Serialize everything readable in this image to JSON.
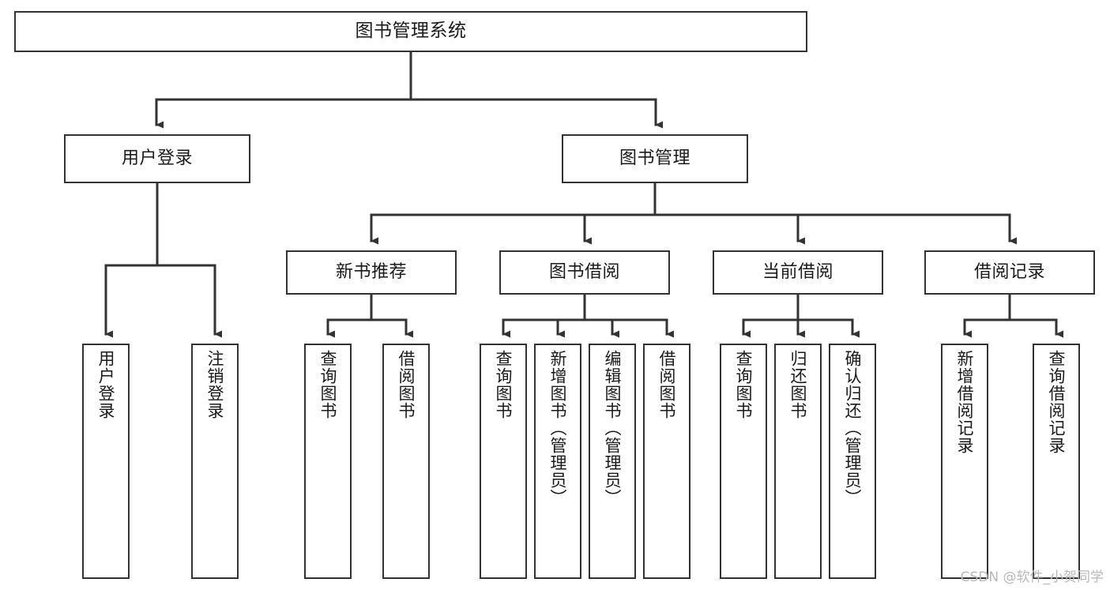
{
  "diagram": {
    "title": "图书管理系统",
    "type": "tree",
    "background_color": "#ffffff",
    "box_border_color": "#333333",
    "box_fill_color": "#ffffff",
    "edge_color": "#333333",
    "watermark": "CSDN @软件_小贺同学"
  },
  "nodes": {
    "root": {
      "label": "图书管理系统"
    },
    "level2": [
      {
        "id": "user-login",
        "label": "用户登录"
      },
      {
        "id": "book-manage",
        "label": "图书管理"
      }
    ],
    "level3": [
      {
        "id": "new-book-recommend",
        "label": "新书推荐"
      },
      {
        "id": "book-borrow",
        "label": "图书借阅"
      },
      {
        "id": "current-borrow",
        "label": "当前借阅"
      },
      {
        "id": "borrow-record",
        "label": "借阅记录"
      }
    ],
    "leaves": {
      "user_login": [
        {
          "id": "leaf-user-login",
          "label": "用户登录"
        },
        {
          "id": "leaf-logout-login",
          "label": "注销登录"
        }
      ],
      "new_book_recommend": [
        {
          "id": "leaf-query-book-1",
          "label": "查询图书"
        },
        {
          "id": "leaf-borrow-book-1",
          "label": "借阅图书"
        }
      ],
      "book_borrow": [
        {
          "id": "leaf-query-book-2",
          "label": "查询图书"
        },
        {
          "id": "leaf-add-book",
          "label": "新增图书（管理员）"
        },
        {
          "id": "leaf-edit-book",
          "label": "编辑图书（管理员）"
        },
        {
          "id": "leaf-borrow-book-2",
          "label": "借阅图书"
        }
      ],
      "current_borrow": [
        {
          "id": "leaf-query-book-3",
          "label": "查询图书"
        },
        {
          "id": "leaf-return-book",
          "label": "归还图书"
        },
        {
          "id": "leaf-confirm-return",
          "label": "确认归还（管理员）"
        }
      ],
      "borrow_record": [
        {
          "id": "leaf-add-record",
          "label": "新增借阅记录"
        },
        {
          "id": "leaf-query-record",
          "label": "查询借阅记录"
        }
      ]
    }
  }
}
